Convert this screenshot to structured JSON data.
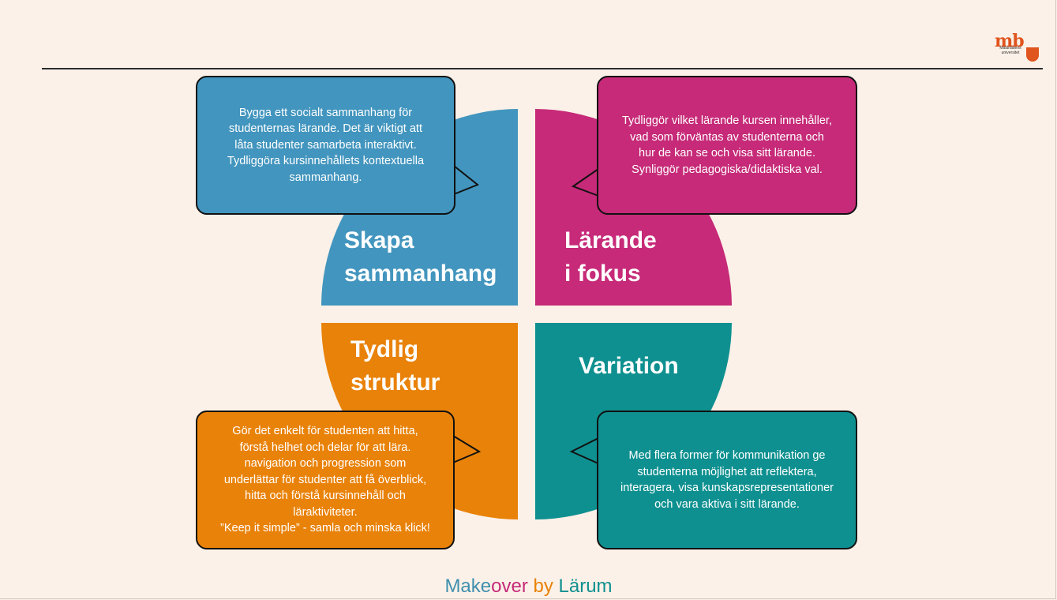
{
  "logo": {
    "mark": "mb",
    "text_line1": "Mälardalens",
    "text_line2": "universitet"
  },
  "quadrants": [
    {
      "key": "skapa",
      "title_line1": "Skapa",
      "title_line2": "sammanhang",
      "color": "#4295be",
      "bubble_lines": [
        "Bygga ett socialt sammanhang för",
        "studenternas lärande. Det är viktigt att",
        "låta studenter samarbeta interaktivt.",
        "Tydliggöra kursinnehållets kontextuella",
        "sammanhang."
      ]
    },
    {
      "key": "larande",
      "title_line1": "Lärande",
      "title_line2": "i fokus",
      "color": "#c62a78",
      "bubble_lines": [
        "Tydliggör vilket lärande kursen innehåller,",
        "vad som förväntas av studenterna och",
        "hur de kan se och visa sitt lärande.",
        "Synliggör pedagogiska/didaktiska val."
      ]
    },
    {
      "key": "tydlig",
      "title_line1": "Tydlig",
      "title_line2": "struktur",
      "color": "#e98209",
      "bubble_lines": [
        "Gör det enkelt för studenten att hitta,",
        "förstå helhet och delar för att lära.",
        "navigation och progression som",
        "underlättar för studenter att få överblick,",
        "hitta och förstå kursinnehåll och",
        "läraktiviteter.",
        "”Keep it simple” - samla och minska klick!"
      ]
    },
    {
      "key": "variation",
      "title_line1": "Variation",
      "color": "#0f9090",
      "bubble_lines": [
        "Med flera former för kommunikation ge",
        "studenterna möjlighet att reflektera,",
        "interagera, visa kunskapsrepresentationer",
        "och vara aktiva i sitt lärande."
      ]
    }
  ],
  "footer": {
    "make": "Make",
    "over": "over",
    "by": "by",
    "larum": "Lärum",
    "colors": {
      "make": "#3f8fae",
      "over": "#c62a78",
      "by": "#e98209",
      "larum": "#0f9090"
    }
  }
}
